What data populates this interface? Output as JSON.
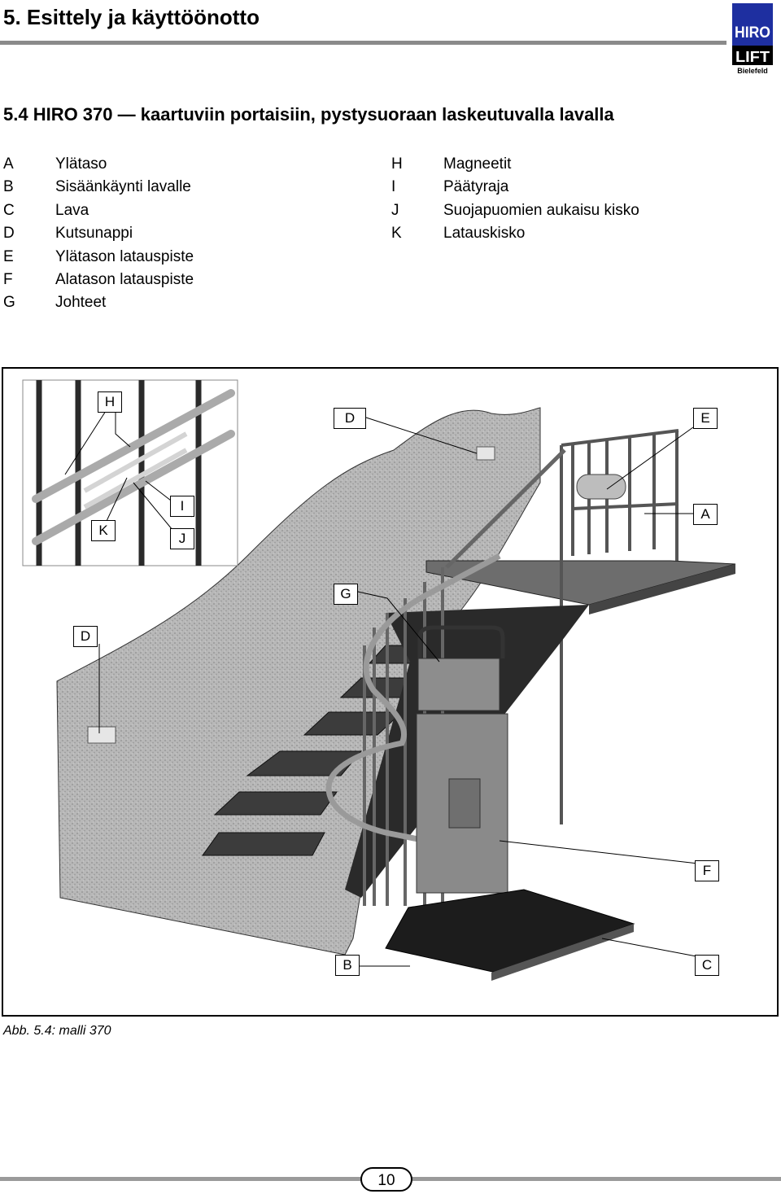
{
  "header": {
    "chapter_title": "5.  Esittely ja käyttöönotto",
    "logo": {
      "brand_top": "HIRO",
      "brand_bottom": "LIFT",
      "city": "Bielefeld",
      "brand_color": "#1e2fa0"
    }
  },
  "section": {
    "title": "5.4    HIRO 370 — kaartuviin portaisiin, pystysuoraan laskeutuvalla lavalla"
  },
  "legend": {
    "left": [
      {
        "key": "A",
        "label": "Ylätaso"
      },
      {
        "key": "B",
        "label": "Sisäänkäynti lavalle"
      },
      {
        "key": "C",
        "label": "Lava"
      },
      {
        "key": "D",
        "label": "Kutsunappi"
      },
      {
        "key": "E",
        "label": "Ylätason latauspiste"
      },
      {
        "key": "F",
        "label": "Alatason latauspiste"
      },
      {
        "key": "G",
        "label": "Johteet"
      }
    ],
    "right": [
      {
        "key": "H",
        "label": "Magneetit"
      },
      {
        "key": "I",
        "label": "Päätyraja"
      },
      {
        "key": "J",
        "label": "Suojapuomien aukaisu kisko"
      },
      {
        "key": "K",
        "label": "Latauskisko"
      }
    ]
  },
  "figure": {
    "callouts": {
      "H": "H",
      "D_top": "D",
      "E": "E",
      "I": "I",
      "A": "A",
      "K": "K",
      "J": "J",
      "G": "G",
      "D_left": "D",
      "F": "F",
      "B": "B",
      "C": "C"
    },
    "caption": "Abb. 5.4: malli 370"
  },
  "footer": {
    "page_number": "10"
  }
}
